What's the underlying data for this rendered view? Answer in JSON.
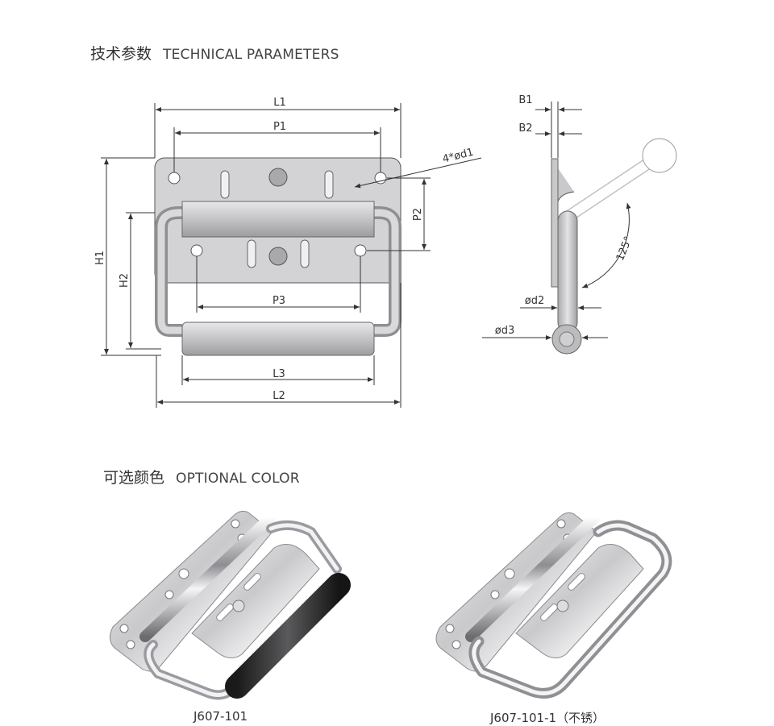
{
  "tech": {
    "title_cn": "技术参数",
    "title_en": "TECHNICAL PARAMETERS"
  },
  "labels": {
    "L1": "L1",
    "P1": "P1",
    "d1": "4*ød1",
    "P2": "P2",
    "H1": "H1",
    "H2": "H2",
    "P3": "P3",
    "L3": "L3",
    "L2": "L2",
    "B1": "B1",
    "B2": "B2",
    "angle": "125°",
    "d2": "ød2",
    "d3": "ød3"
  },
  "color": {
    "title_cn": "可选颜色",
    "title_en": "OPTIONAL COLOR"
  },
  "products": [
    {
      "caption": "J607-101"
    },
    {
      "caption": "J607-101-1（不锈）"
    }
  ],
  "colors": {
    "line": "#333333",
    "plate": "#d4d4d6",
    "handle": "#cfcfd1",
    "grip": "#2a2a2a"
  }
}
